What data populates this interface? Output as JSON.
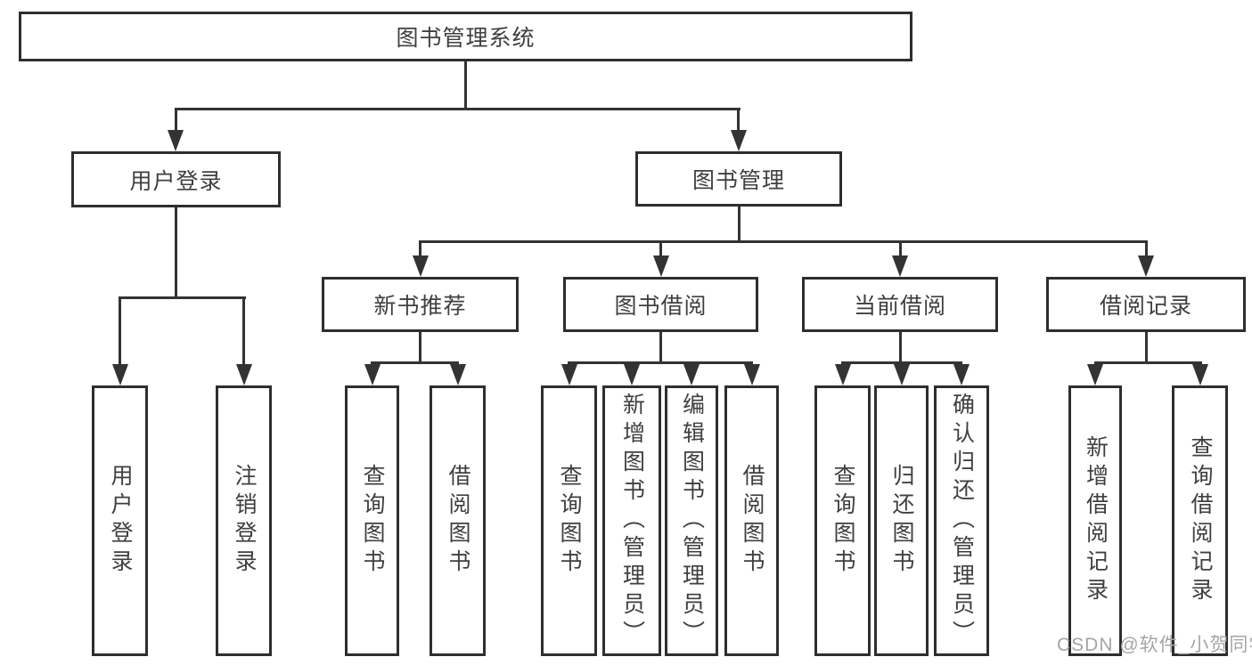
{
  "colors": {
    "background": "#ffffff",
    "line": "#333333",
    "box_border": "#2e2e2e",
    "text": "#3f3f3f",
    "watermark": "#a5a5a5"
  },
  "diagram": {
    "root": {
      "label": "图书管理系统"
    },
    "level2": [
      {
        "label": "用户登录"
      },
      {
        "label": "图书管理"
      }
    ],
    "level3": [
      {
        "label": "新书推荐"
      },
      {
        "label": "图书借阅"
      },
      {
        "label": "当前借阅"
      },
      {
        "label": "借阅记录"
      }
    ],
    "leaves": [
      {
        "label": "用户登录"
      },
      {
        "label": "注销登录"
      },
      {
        "label": "查询图书"
      },
      {
        "label": "借阅图书"
      },
      {
        "label": "查询图书"
      },
      {
        "label": "新增图书（管理员）"
      },
      {
        "label": "编辑图书（管理员）"
      },
      {
        "label": "借阅图书"
      },
      {
        "label": "查询图书"
      },
      {
        "label": "归还图书"
      },
      {
        "label": "确认归还（管理员）"
      },
      {
        "label": "新增借阅记录"
      },
      {
        "label": "查询借阅记录"
      }
    ]
  },
  "watermark": {
    "text": "CSDN @软件_小贺同学"
  }
}
